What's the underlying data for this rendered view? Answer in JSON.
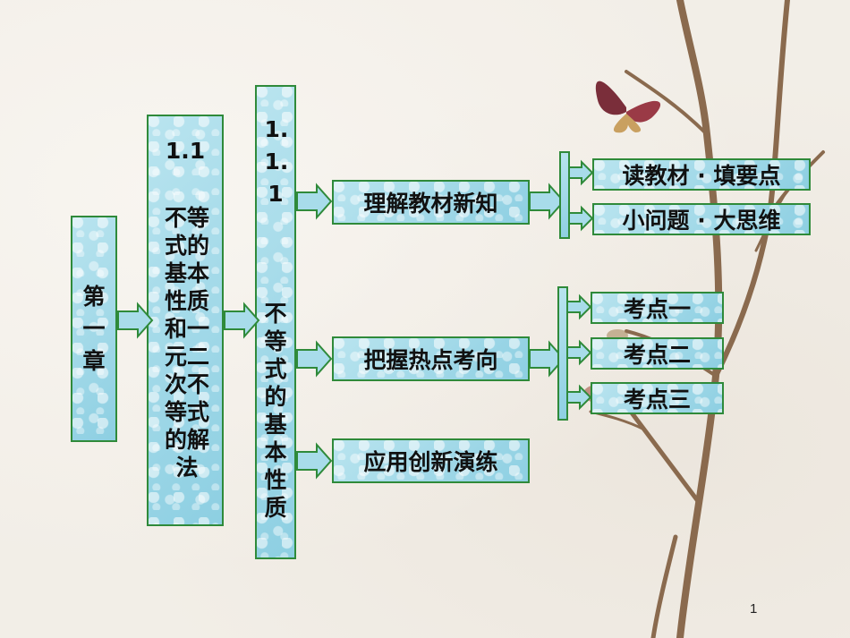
{
  "chapter": {
    "label": "第一章"
  },
  "section": {
    "number": "1.1",
    "title": "不等式的基本性质和一元二次不等式的解法"
  },
  "subsection": {
    "number": "1.1.1",
    "title": "不等式的基本性质"
  },
  "parts": [
    {
      "label": "理解教材新知",
      "children": [
        "读教材 · 填要点",
        "小问题 · 大思维"
      ]
    },
    {
      "label": "把握热点考向",
      "children": [
        "考点一",
        "考点二",
        "考点三"
      ]
    },
    {
      "label": "应用创新演练",
      "children": []
    }
  ],
  "page_number": "1",
  "colors": {
    "border": "#2f8a3a",
    "box_fill": "#a8dcea",
    "arrow_fill": "#a8dcea"
  }
}
